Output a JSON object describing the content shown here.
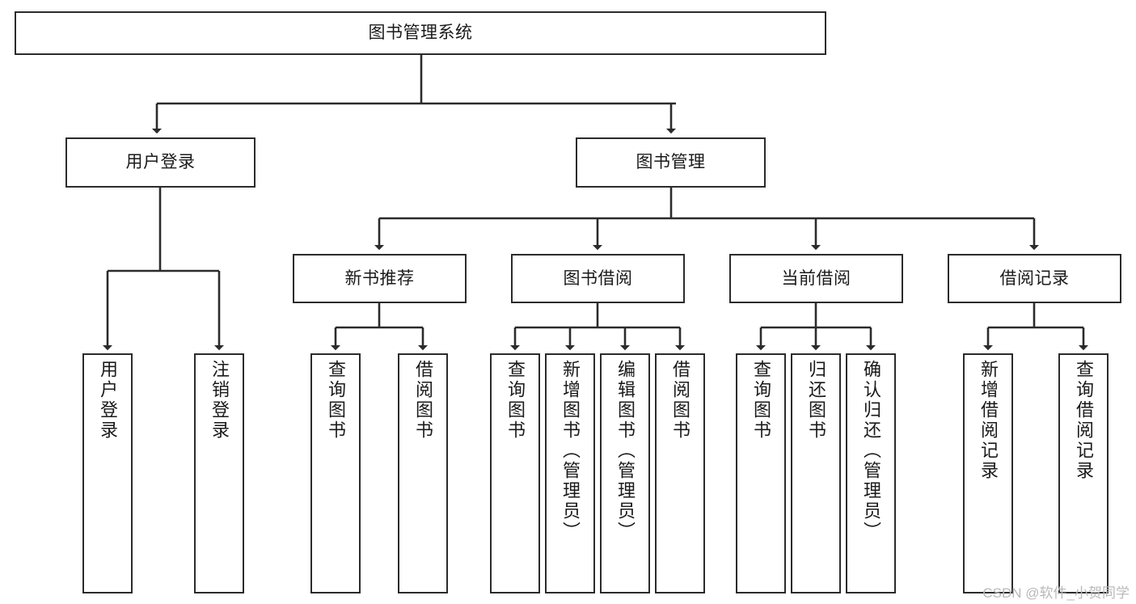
{
  "diagram": {
    "title": "图书管理系统",
    "type": "hierarchy-tree",
    "orientation": "top-down",
    "levels": 4,
    "colors": {
      "stroke": "#2b2b2b",
      "fill": "#ffffff",
      "text": "#1a1a1a",
      "watermark": "#b9b9b9"
    }
  },
  "watermark": {
    "text": "CSDN @软件_小贺同学"
  },
  "nodes": {
    "root": {
      "label": "图书管理系统"
    },
    "level2": [
      {
        "id": "user-login",
        "label": "用户登录"
      },
      {
        "id": "book-manage",
        "label": "图书管理"
      }
    ],
    "level3": [
      {
        "id": "new-book-recommend",
        "label": "新书推荐"
      },
      {
        "id": "book-borrow",
        "label": "图书借阅"
      },
      {
        "id": "current-borrow",
        "label": "当前借阅"
      },
      {
        "id": "borrow-record",
        "label": "借阅记录"
      }
    ],
    "leaves": {
      "user_login": [
        {
          "id": "leaf-user-login",
          "label": "用户登录"
        },
        {
          "id": "leaf-logout-login",
          "label": "注销登录"
        }
      ],
      "new_book_recommend": [
        {
          "id": "leaf-query-book-1",
          "label": "查询图书"
        },
        {
          "id": "leaf-borrow-book-1",
          "label": "借阅图书"
        }
      ],
      "book_borrow": [
        {
          "id": "leaf-query-book-2",
          "label": "查询图书"
        },
        {
          "id": "leaf-add-book",
          "label": "新增图书（管理员）"
        },
        {
          "id": "leaf-edit-book",
          "label": "编辑图书（管理员）"
        },
        {
          "id": "leaf-borrow-book-2",
          "label": "借阅图书"
        }
      ],
      "current_borrow": [
        {
          "id": "leaf-query-book-3",
          "label": "查询图书"
        },
        {
          "id": "leaf-return-book",
          "label": "归还图书"
        },
        {
          "id": "leaf-confirm-return",
          "label": "确认归还（管理员）"
        }
      ],
      "borrow_record": [
        {
          "id": "leaf-add-record",
          "label": "新增借阅记录"
        },
        {
          "id": "leaf-query-record",
          "label": "查询借阅记录"
        }
      ]
    }
  }
}
